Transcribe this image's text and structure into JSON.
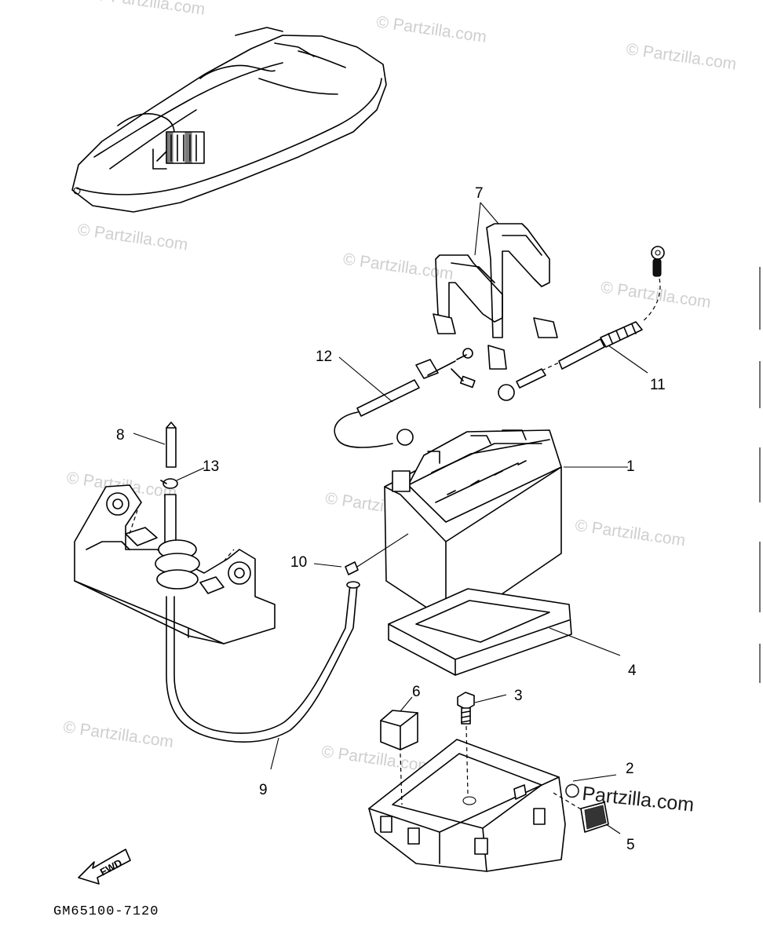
{
  "diagram": {
    "part_code": "GM65100-7120",
    "fwd_label": "FWD",
    "watermark": "© Partzilla.com",
    "brand_watermark": "Partzilla.com",
    "callouts": [
      "1",
      "2",
      "3",
      "4",
      "5",
      "6",
      "7",
      "8",
      "9",
      "10",
      "11",
      "12",
      "13"
    ]
  }
}
